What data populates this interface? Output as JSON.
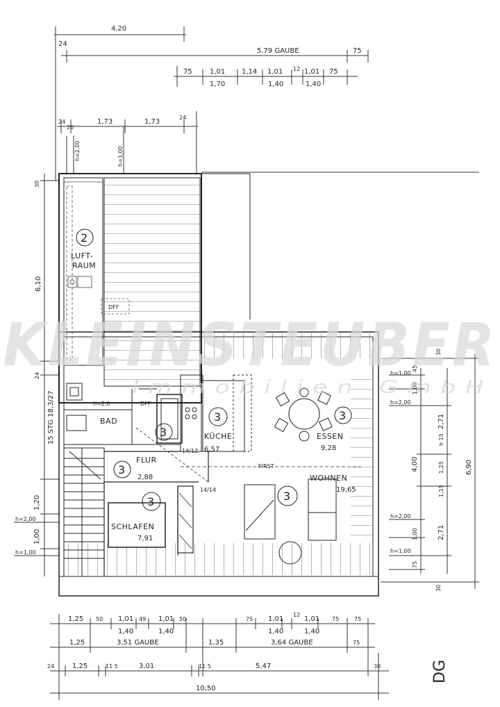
{
  "dims_top": {
    "overall_left": "4,20",
    "wall_left": "24",
    "gaube_total": "5,79 GAUBE",
    "gaube_right": "75",
    "w1": "75",
    "w2": "1,01",
    "w3": "1,14",
    "w4": "1,01",
    "w5": "12",
    "w6": "1,01",
    "w7": "75",
    "h1": "1,70",
    "h2": "1,40",
    "h3": "1,40"
  },
  "dims_upper": {
    "a1": "24",
    "a2": "26",
    "a3": "1,73",
    "a4": "1,73",
    "a5": "24",
    "h_left": "h=2,00",
    "h_mid": "h=1,00"
  },
  "dims_left": {
    "d30": "30",
    "d610": "6,10",
    "d24": "24",
    "stair": "15 STG 18,3/27",
    "d120": "1,20",
    "h200": "h=2,00",
    "d100": "1,00",
    "h100": "h=1,00"
  },
  "dims_right": {
    "r30top": "30",
    "r45": "45",
    "h100a": "h=1,00",
    "r100": "1,00",
    "h200a": "h=2,00",
    "r400": "4,00",
    "r271a": "2,71",
    "r125": "1,25",
    "rh": "h 15",
    "r690": "6,90",
    "r115": "1,15",
    "h200b": "h=2,00",
    "r100b": "1,00",
    "r271b": "2,71",
    "h100b": "h=1,00",
    "r75": "75",
    "r30bot": "30"
  },
  "dims_bottom": {
    "row1": [
      "1,25",
      "50",
      "1,01",
      "49",
      "1,01",
      "50",
      "75",
      "1,01",
      "12",
      "1,01",
      "75",
      "75"
    ],
    "row1_h": [
      "1,40",
      "1,40",
      "1,40",
      "1,40"
    ],
    "row2": [
      "1,25",
      "3,51 GAUBE",
      "1,35",
      "3,64 GAUBE",
      "75"
    ],
    "row3": [
      "24",
      "1,25",
      "11 5",
      "3,01",
      "11 5",
      "5,47",
      "30"
    ],
    "total": "10,50"
  },
  "rooms": {
    "luftraum_num": "2",
    "luftraum_l1": "LUFT-",
    "luftraum_l2": "RAUM",
    "dff1": "DFF",
    "dff2": "DFF",
    "bad": "BAD",
    "bad_h": "h=2,0",
    "bad_num": "3",
    "kueche_num": "3",
    "kueche": "KÜCHE",
    "kueche_area": "6,57",
    "kueche_dim": "14/12",
    "essen_num": "3",
    "essen": "ESSEN",
    "essen_area": "9,28",
    "flur_num": "3",
    "flur": "FLUR",
    "flur_area": "2,88",
    "first": "FIRST",
    "wohnen": "WOHNEN",
    "wohnen_num": "3",
    "wohnen_area": "19,65",
    "schlafen_num": "3",
    "schlafen": "SCHLAFEN",
    "schlafen_area": "7,91",
    "door_dim": "14/14"
  },
  "floor_label": "DG",
  "watermark": {
    "line1": "KLEINSTEUBER",
    "line2": "Immobilien GmbH"
  }
}
